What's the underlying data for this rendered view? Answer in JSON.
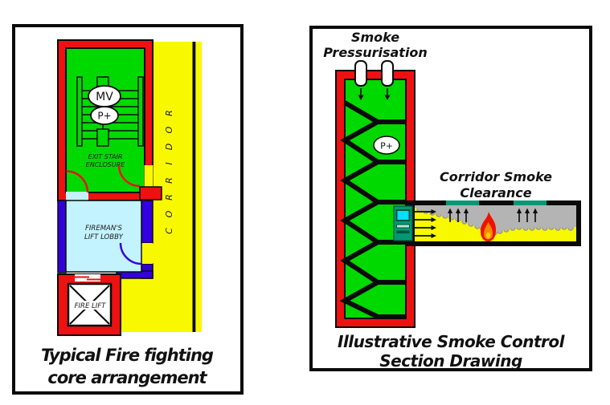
{
  "colors": {
    "green": "#00d900",
    "red": "#ee1111",
    "yellow": "#f8f800",
    "cyan_lobby": "#c2f3fe",
    "blue_wall": "#3300dd",
    "teal_vent": "#009973",
    "smoke_grey": "#b4b4b4",
    "flame_red": "#ee1100",
    "flame_orange": "#ff8800",
    "flame_yellow": "#ffd500",
    "black": "#0a0a0a"
  },
  "left_panel": {
    "title": [
      "Typical Fire fighting",
      "core arrangement"
    ],
    "stair_enclosure_label": [
      "EXIT STAIR",
      "ENCLOSURE"
    ],
    "lobby_label": [
      "FIREMAN'S",
      "LIFT LOBBY"
    ],
    "fire_lift_label": "FIRE LIFT",
    "mv_badge": "MV",
    "pressure_badge": "P+",
    "corridor_word": "CORRIDOR",
    "corridor_letters": [
      "R",
      "O",
      "D",
      "I",
      "R",
      "R",
      "O",
      "C"
    ]
  },
  "right_panel": {
    "header": [
      "Smoke",
      "Pressurisation"
    ],
    "pressure_badge": "P+",
    "corridor_label": [
      "Corridor Smoke",
      "Clearance"
    ],
    "title": [
      "Illustrative Smoke Control",
      "Section Drawing"
    ]
  }
}
